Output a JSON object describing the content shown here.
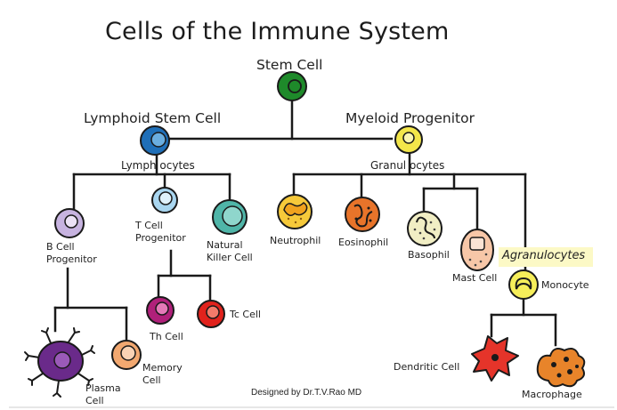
{
  "title": "Cells of the Immune System",
  "labels": {
    "stem_cell": "Stem Cell",
    "lymphoid_stem_cell": "Lymphoid Stem Cell",
    "myeloid_progenitor": "Myeloid Progenitor",
    "lymphocytes": "Lymph ocytes",
    "granulocytes": "Granul ocytes",
    "b_cell_progenitor": "B Cell Progenitor",
    "t_cell_progenitor": "T Cell Progenitor",
    "natural_killer_cell": "Natural Killer Cell",
    "neutrophil": "Neutrophil",
    "eosinophil": "Eosinophil",
    "basophil": "Basophil",
    "mast_cell": "Mast Cell",
    "agranulocytes": "Agranulocytes",
    "monocyte": "Monocyte",
    "th_cell": "Th Cell",
    "tc_cell": "Tc Cell",
    "plasma_cell": "Plasma Cell",
    "memory_cell": "Memory Cell",
    "dendritic_cell": "Dendritic Cell",
    "macrophage": "Macrophage"
  },
  "credit": "Designed by Dr.T.V.Rao MD",
  "colors": {
    "stem": "#1e8a2a",
    "lymphoid": "#1f6fb8",
    "myeloid": "#f3e64a",
    "b_cell": "#c7b3e0",
    "t_cell": "#a9d6f0",
    "nk_cell": "#4fb5a8",
    "neutrophil": "#f6c93a",
    "eosinophil": "#e8742a",
    "basophil": "#f1eec4",
    "mast": "#f7c7a8",
    "monocyte": "#f6ee5a",
    "th": "#b0207a",
    "tc": "#e1221c",
    "plasma": "#6a2a8a",
    "memory": "#f2a870",
    "dendritic": "#e5342a",
    "macrophage": "#e8842a",
    "lines": "#1a1a1a",
    "agranulocytes_bg": "#fcf9c6"
  }
}
